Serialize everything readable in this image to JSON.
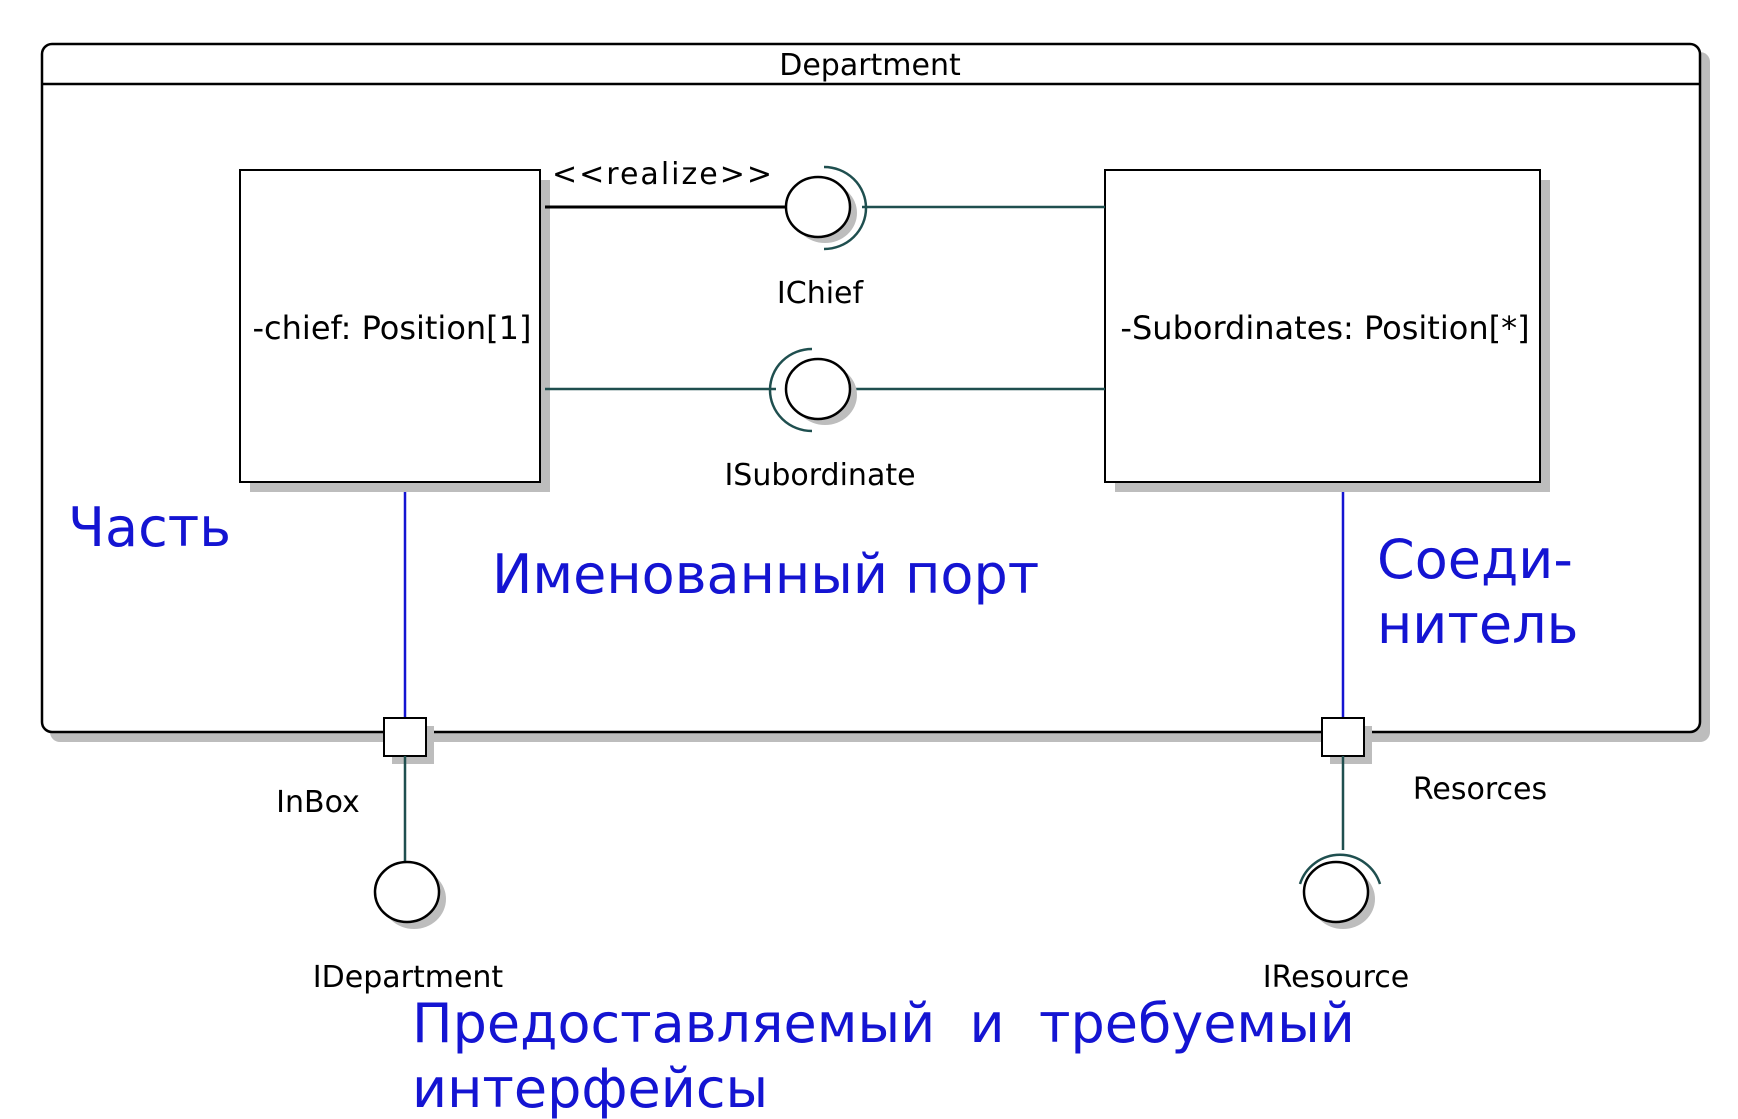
{
  "container": {
    "title": "Department"
  },
  "parts": {
    "chief": "-chief: Position[1]",
    "subordinates": "-Subordinates: Position[*]"
  },
  "stereotype": "<<realize>>",
  "interfaces": {
    "ichief": "IChief",
    "isubordinate": "ISubordinate",
    "idepartment": "IDepartment",
    "iresource": "IResource"
  },
  "ports": {
    "inbox": "InBox",
    "resources": "Resorces"
  },
  "annotations": {
    "part": "Часть",
    "named_port": "Именованный порт",
    "connector_line1": "Соеди-",
    "connector_line2": "нитель",
    "interfaces_line1": "Предоставляемый  и  требуемый",
    "interfaces_line2": "интерфейсы"
  },
  "colors": {
    "annotation": "#1414d2",
    "connector": "#1414d2",
    "link": "#1f4f4f",
    "shadow": "#bdbdbd"
  }
}
